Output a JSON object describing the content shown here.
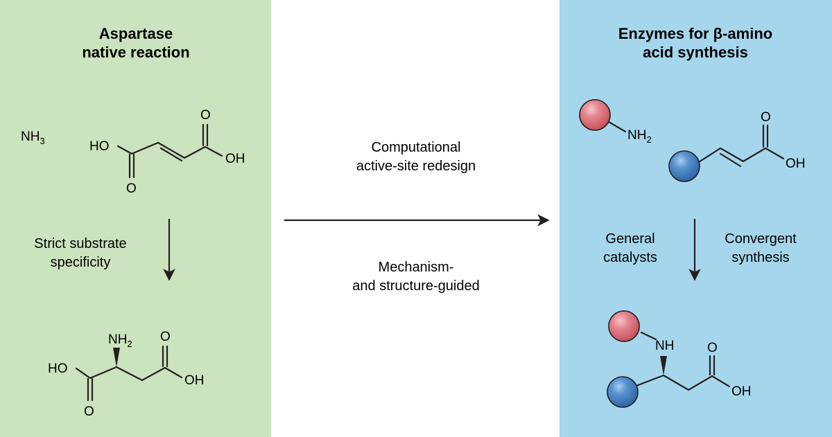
{
  "colors": {
    "left_panel": "#cbe3be",
    "right_panel": "#a6d6ec",
    "red_sphere": "#e1707b",
    "blue_sphere": "#3f7fbf",
    "ink": "#231f20"
  },
  "left": {
    "title_line1": "Aspartase",
    "title_line2": "native reaction",
    "reagent": {
      "base": "NH",
      "subscript": "3"
    },
    "fumarate": {
      "ho": "HO",
      "oh": "OH",
      "o_top": "O",
      "o_bottom": "O"
    },
    "arrow_label_line1": "Strict substrate",
    "arrow_label_line2": "specificity",
    "product": {
      "nh": "NH",
      "nh_subscript": "2",
      "ho": "HO",
      "oh": "OH",
      "o_top": "O",
      "o_bottom": "O"
    }
  },
  "middle": {
    "top_line1": "Computational",
    "top_line2": "active-site redesign",
    "bottom_line1": "Mechanism-",
    "bottom_line2": "and structure-guided"
  },
  "right": {
    "title_line1": "Enzymes for β-amino",
    "title_line2": "acid synthesis",
    "amine": {
      "base": "NH",
      "subscript": "2"
    },
    "acrylic": {
      "o_top": "O",
      "oh": "OH"
    },
    "left_label_line1": "General",
    "left_label_line2": "catalysts",
    "right_label_line1": "Convergent",
    "right_label_line2": "synthesis",
    "product": {
      "nh": "NH",
      "o_top": "O",
      "oh": "OH"
    }
  }
}
